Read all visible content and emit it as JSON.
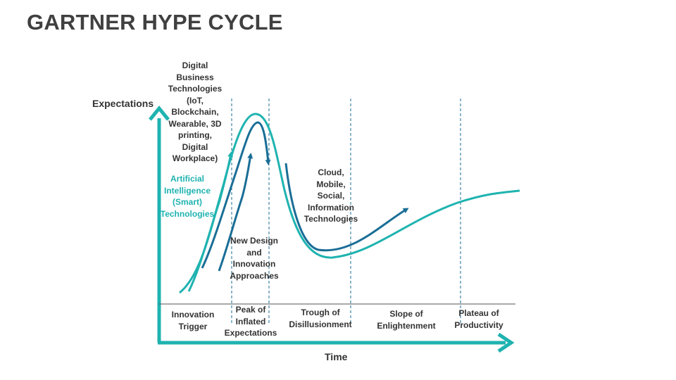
{
  "title": "GARTNER HYPE CYCLE",
  "axes": {
    "y_label": "Expectations",
    "x_label": "Time"
  },
  "phases": [
    {
      "label": "Innovation\nTrigger"
    },
    {
      "label": "Peak of\nInflated\nExpectations"
    },
    {
      "label": "Trough of\nDisillusionment"
    },
    {
      "label": "Slope of\nEnlightenment"
    },
    {
      "label": "Plateau of\nProductivity"
    }
  ],
  "annotations": {
    "digital_business": "Digital\nBusiness\nTechnologies\n(IoT,\nBlockchain,\nWearable, 3D\nprinting,\nDigital\nWorkplace)",
    "ai": "Artificial\nIntelligence\n(Smart)\nTechnologies",
    "new_design": "New Design\nand\nInnovation\nApproaches",
    "cloud": "Cloud,\nMobile,\nSocial,\nInformation\nTechnologies"
  },
  "colors": {
    "teal": "#1fb3b0",
    "dark_blue": "#1a6e96",
    "text": "#333333",
    "title": "#404040"
  }
}
